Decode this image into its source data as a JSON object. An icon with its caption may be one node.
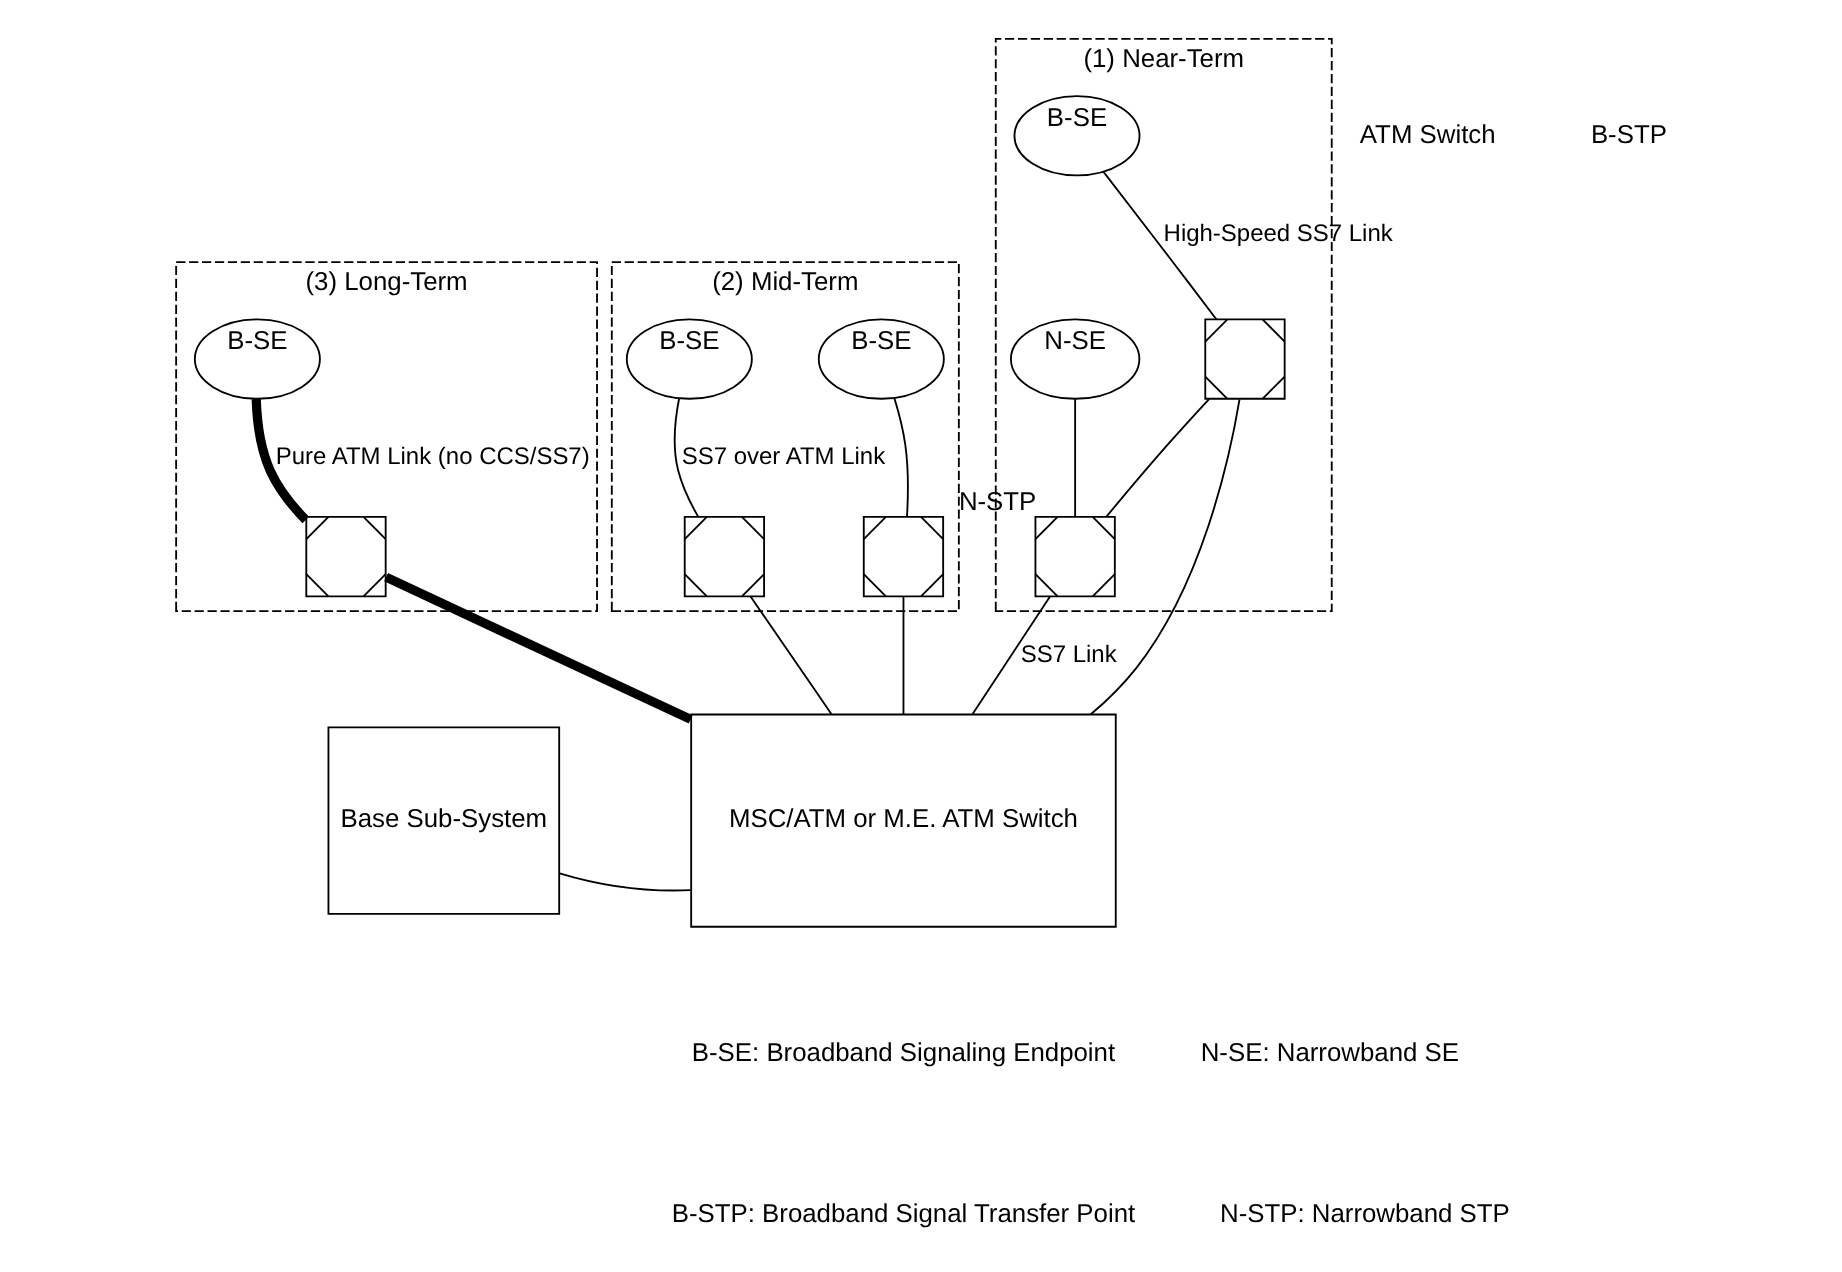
{
  "diagram": {
    "nodes": [
      {
        "text": [
          "(3) Long-Term"
        ]
      },
      {
        "text": [
          "B-SE"
        ],
        "in": 0
      },
      {
        "text": [],
        "shape": "box",
        "in": 0
      },
      {
        "text": [
          "(2) Mid-Term"
        ]
      },
      {
        "text": [
          "B-SE"
        ],
        "in": 3
      },
      {
        "text": [
          "B-SE"
        ],
        "in": 3
      },
      {
        "text": [],
        "shape": "box",
        "in": 3
      },
      {
        "text": [],
        "shape": "box",
        "in": 3
      },
      {
        "text": [
          "(1) Near-Term"
        ]
      },
      {
        "text": [
          "B-SE"
        ],
        "in": 8
      },
      {
        "text": [
          "N-SE"
        ],
        "in": 8
      },
      {
        "text": [],
        "shape": "box",
        "in": 8
      },
      {
        "text": [],
        "shape": "box",
        "in": 8,
        "beside": [
          "N-STP"
        ]
      },
      {
        "text": [
          "MSC/ATM or M.E. ATM Switch"
        ]
      },
      {
        "text": [
          "Base Sub-System"
        ]
      }
    ],
    "edges": [
      {
        "from": 1,
        "to": 2,
        "arrow": "none",
        "label": "Pure ATM Link (no CCS/SS7)",
        "style": "thick"
      },
      {
        "from": 2,
        "to": 13,
        "arrow": "none",
        "style": "thick"
      },
      {
        "from": 4,
        "to": 6,
        "arrow": "none",
        "label": "SS7 over ATM Link"
      },
      {
        "from": 5,
        "to": 7,
        "arrow": "none"
      },
      {
        "from": 6,
        "to": 13,
        "arrow": "none"
      },
      {
        "from": 7,
        "to": 13,
        "arrow": "none"
      },
      {
        "from": 9,
        "to": 11,
        "arrow": "none",
        "label": "High-Speed SS7 Link"
      },
      {
        "from": 10,
        "to": 12,
        "arrow": "none"
      },
      {
        "from": 11,
        "to": 12,
        "arrow": "none"
      },
      {
        "from": 11,
        "to": 13,
        "arrow": "none"
      },
      {
        "from": 12,
        "to": 13,
        "arrow": "none",
        "label": "SS7 Link"
      },
      {
        "from": 14,
        "to": 13,
        "arrow": "none"
      }
    ],
    "labels": [
      "ATM Switch",
      "B-STP",
      "B-SE: Broadband Signaling Endpoint",
      "N-SE: Narrowband SE",
      "B-STP: Broadband Signal Transfer Point",
      "N-STP: Narrowband STP"
    ]
  }
}
